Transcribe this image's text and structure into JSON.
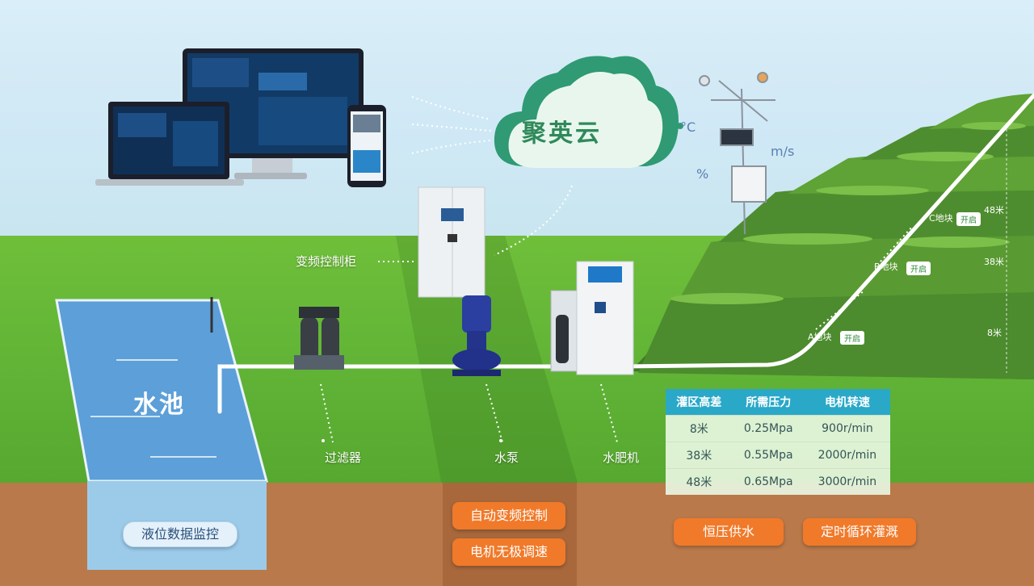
{
  "cloud": {
    "brand": "聚英云"
  },
  "weather_units": {
    "temp": "°C",
    "wind": "m/s",
    "humidity": "%"
  },
  "equipment": {
    "cabinet_label": "变频控制柜",
    "filter_label": "过滤器",
    "pump_label": "水泵",
    "fertilizer_label": "水肥机",
    "pool_label": "水池"
  },
  "zones": [
    {
      "name": "A地块",
      "tag": "开启"
    },
    {
      "name": "B地块",
      "tag": "开启"
    },
    {
      "name": "C地块",
      "tag": "开启"
    }
  ],
  "heights": [
    "8米",
    "38米",
    "48米"
  ],
  "table": {
    "headers": [
      "灌区高差",
      "所需压力",
      "电机转速"
    ],
    "rows": [
      [
        "8米",
        "0.25Mpa",
        "900r/min"
      ],
      [
        "38米",
        "0.55Mpa",
        "2000r/min"
      ],
      [
        "48米",
        "0.65Mpa",
        "3000r/min"
      ]
    ]
  },
  "features": {
    "level_monitor": "液位数据监控",
    "auto_vfd": "自动变频控制",
    "stepless": "电机无极调速",
    "constant_pressure": "恒压供水",
    "timed_irrigation": "定时循环灌溉"
  },
  "colors": {
    "accent_orange": "#f07a2a",
    "table_header": "#2aa8c8",
    "pipe": "#ffffff",
    "brand_green": "#2f8a5a"
  }
}
